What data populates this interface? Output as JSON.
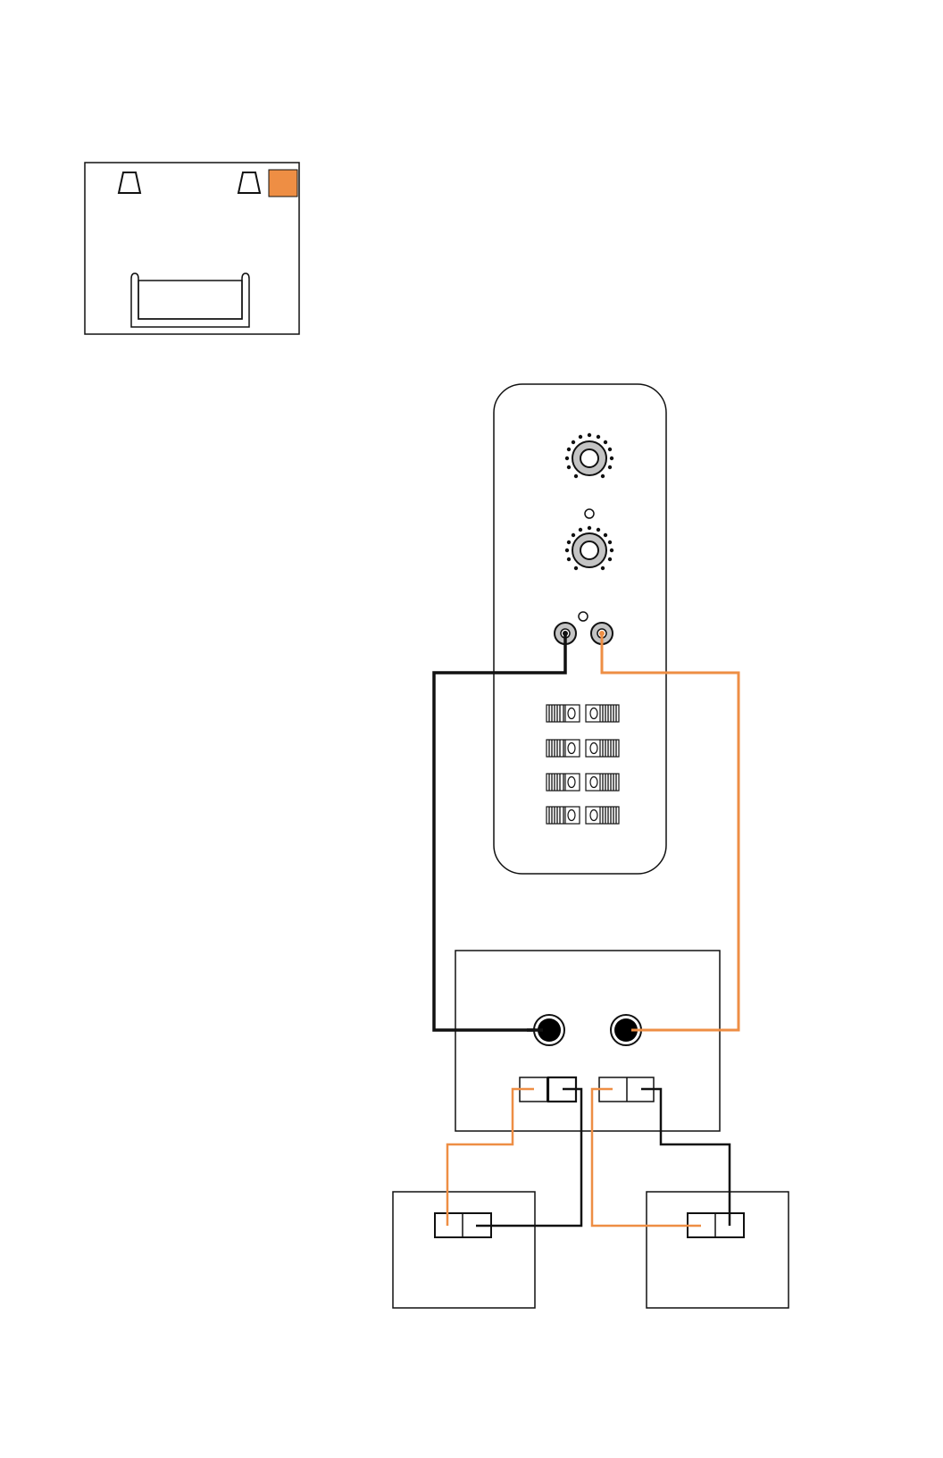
{
  "colors": {
    "line": "#111111",
    "accent": "#ee8e44",
    "knob_fill": "#c4c4c4",
    "jack_fill": "#000000",
    "background": "#ffffff"
  },
  "room_diagram": {
    "icons": [
      "left-speaker-icon",
      "right-speaker-icon",
      "highlight-marker-icon",
      "sofa-icon"
    ]
  },
  "preamp_panel": {
    "knobs": [
      "dial-knob-top",
      "dial-knob-middle"
    ],
    "output_jacks": [
      "output-jack-black",
      "output-jack-orange"
    ],
    "terminal_rows": 4
  },
  "amplifier_box": {
    "input_jacks": [
      "input-jack-black",
      "input-jack-orange"
    ],
    "connectors": [
      "speaker-out-connector-left",
      "speaker-out-connector-right"
    ]
  },
  "speaker_boxes": [
    "left-speaker-box",
    "right-speaker-box"
  ]
}
